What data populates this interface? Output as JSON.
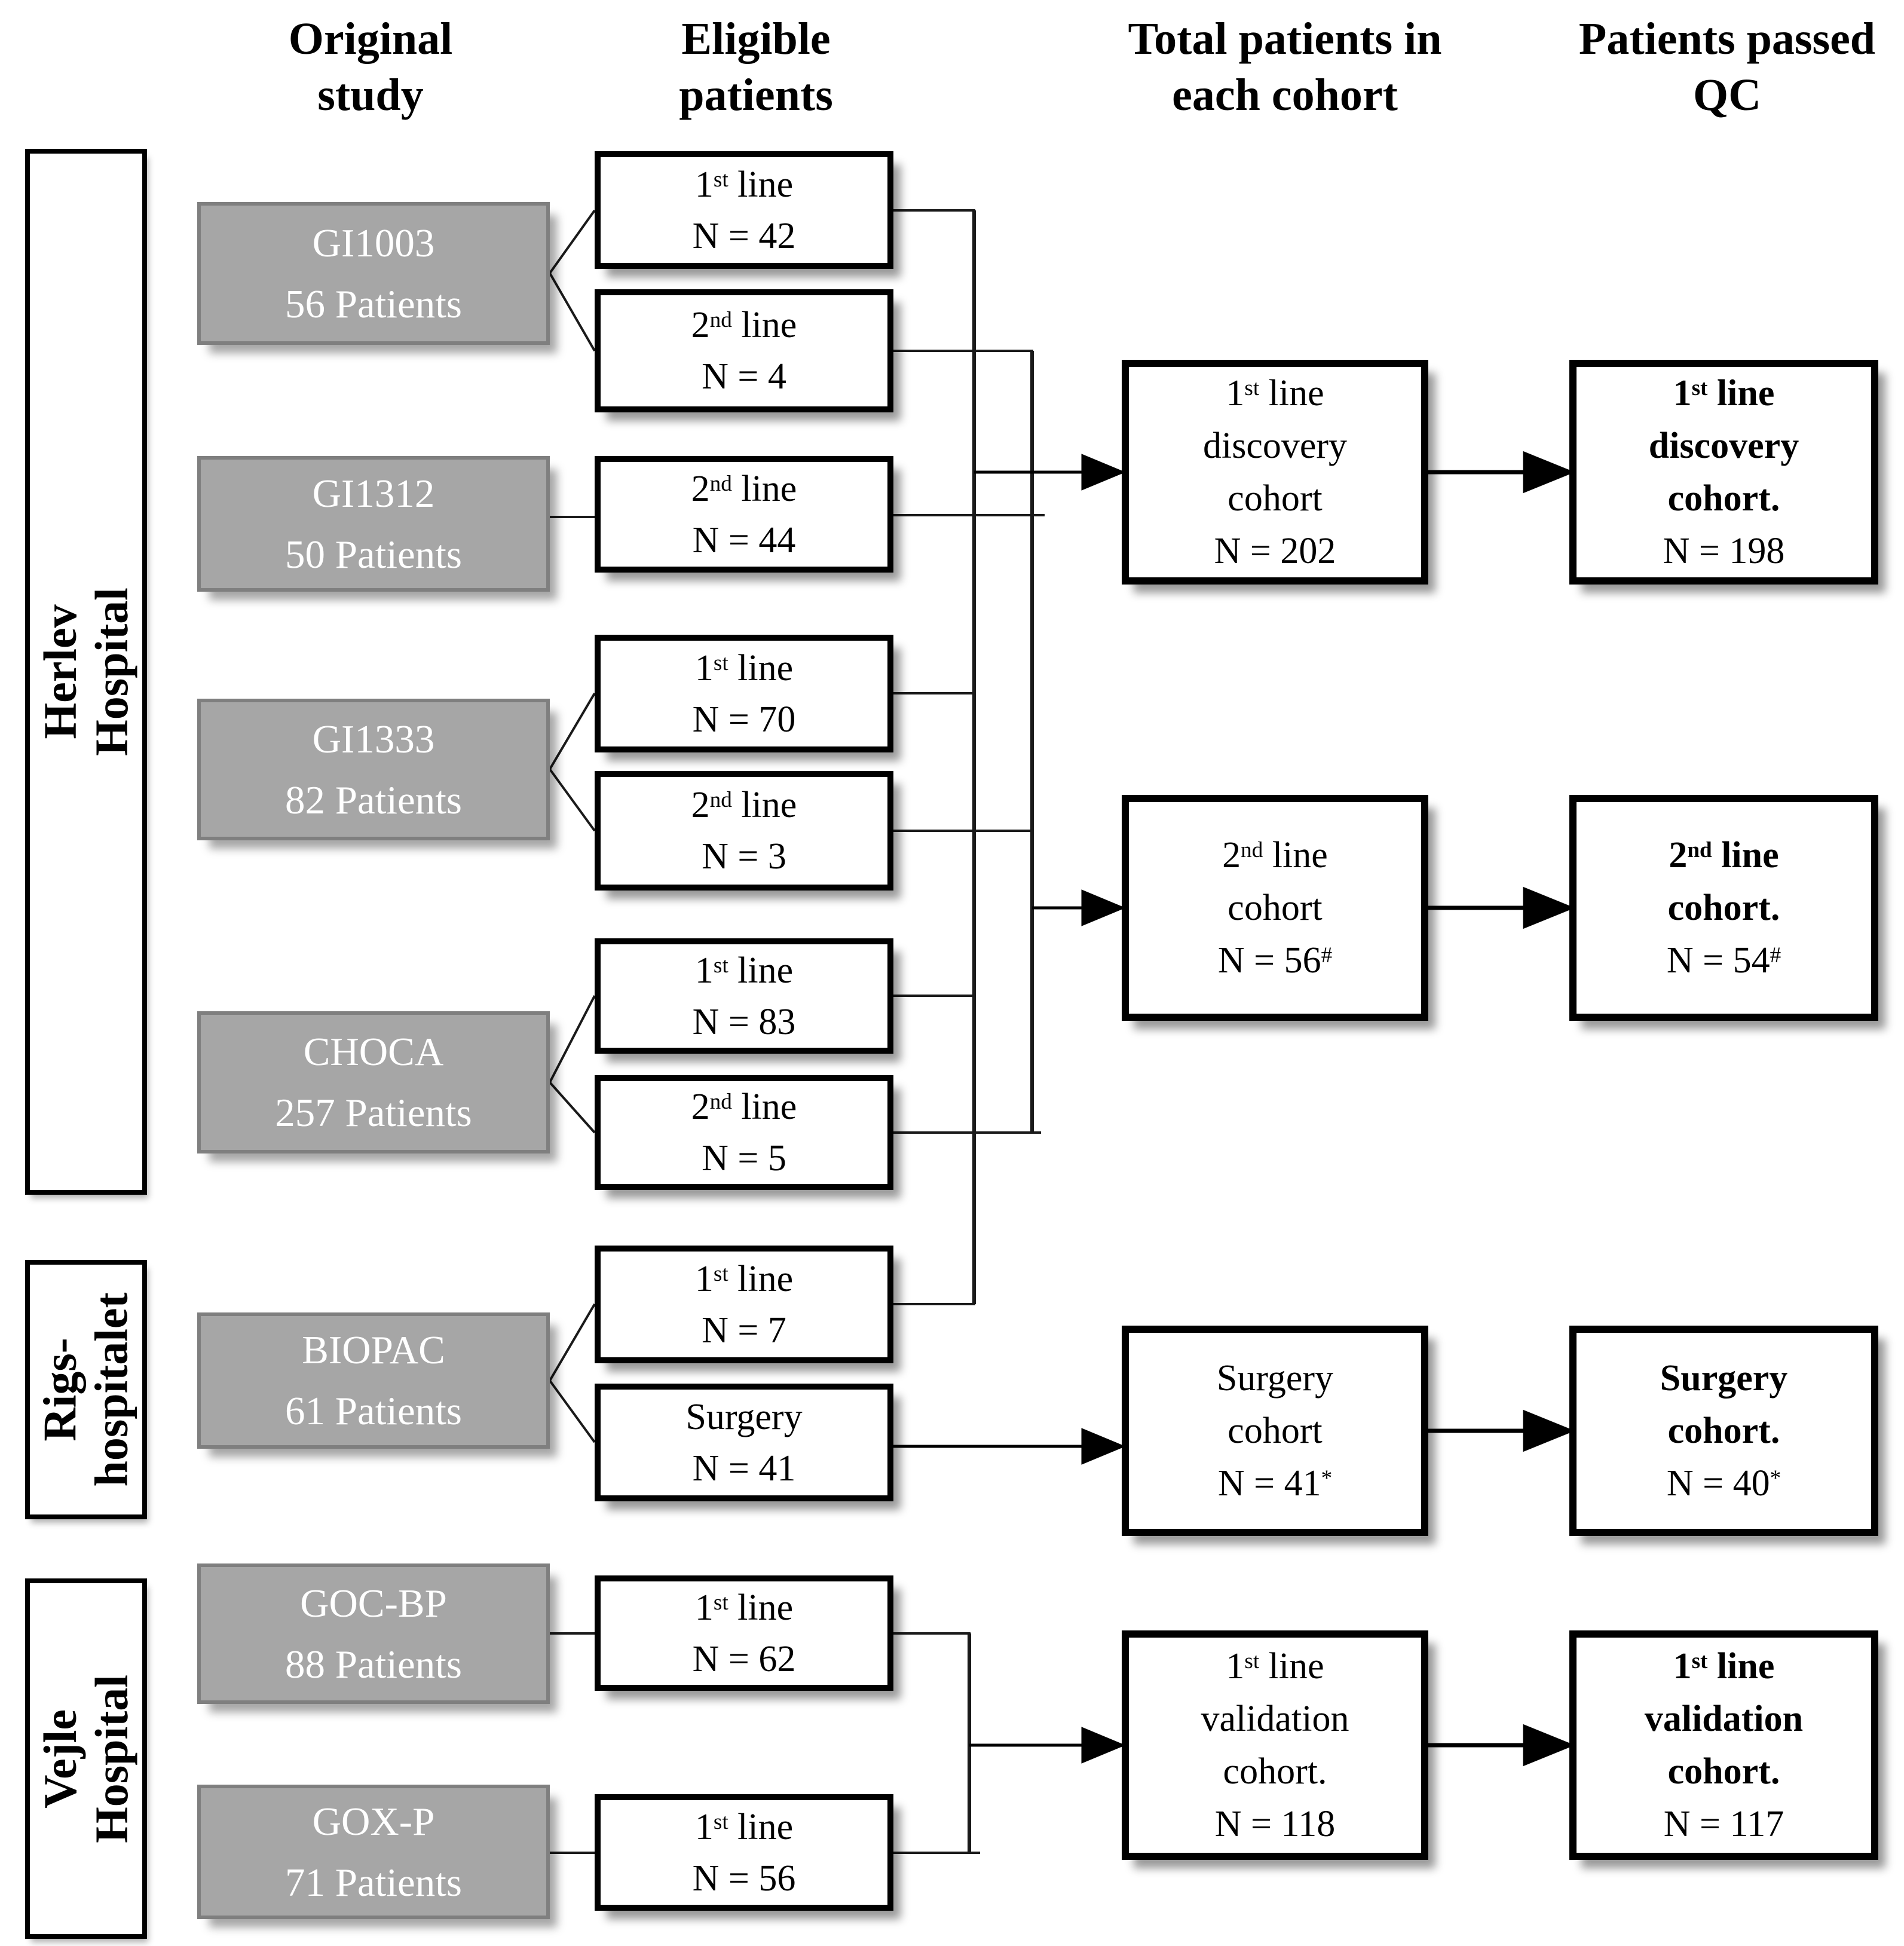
{
  "header": {
    "col_original_study": "Original\nstudy",
    "col_eligible_patients": "Eligible\npatients",
    "col_total_patients": "Total patients in\neach cohort",
    "col_patients_passed": "Patients passed\nQC"
  },
  "hospitals": [
    {
      "name": "Herlev Hospital"
    },
    {
      "name": "Rigs-\nhospitalet"
    },
    {
      "name": "Vejle Hospital"
    }
  ],
  "studies": [
    {
      "name": "GI1003",
      "patients": "56 Patients"
    },
    {
      "name": "GI1312",
      "patients": "50 Patients"
    },
    {
      "name": "GI1333",
      "patients": "82 Patients"
    },
    {
      "name": "CHOCA",
      "patients": "257 Patients"
    },
    {
      "name": "BIOPAC",
      "patients": "61 Patients"
    },
    {
      "name": "GOC-BP",
      "patients": "88 Patients"
    },
    {
      "name": "GOX-P",
      "patients": "71 Patients"
    }
  ],
  "eligible": [
    {
      "line": "1^{st} line",
      "n": "N = 42"
    },
    {
      "line": "2^{nd} line",
      "n": "N = 4"
    },
    {
      "line": "2^{nd} line",
      "n": "N = 44"
    },
    {
      "line": "1^{st} line",
      "n": "N = 70"
    },
    {
      "line": "2^{nd} line",
      "n": "N = 3"
    },
    {
      "line": "1^{st} line",
      "n": "N = 83"
    },
    {
      "line": "2^{nd} line",
      "n": "N = 5"
    },
    {
      "line": "1^{st} line",
      "n": "N = 7"
    },
    {
      "line": "Surgery",
      "n": "N = 41"
    },
    {
      "line": "1^{st} line",
      "n": "N = 62"
    },
    {
      "line": "1^{st} line",
      "n": "N = 56"
    }
  ],
  "cohorts": [
    {
      "title": "1^{st} line\ndiscovery\ncohort",
      "n": "N = 202"
    },
    {
      "title": "2^{nd} line\ncohort",
      "n": "N = 56^{#}"
    },
    {
      "title": "Surgery\ncohort",
      "n": "N = 41^{*}"
    },
    {
      "title": "1^{st} line\nvalidation\ncohort.",
      "n": "N = 118"
    }
  ],
  "qc": [
    {
      "title": "1^{st} line\ndiscovery\ncohort.",
      "n": "N = 198"
    },
    {
      "title": "2^{nd} line\ncohort.",
      "n": "N = 54^{#}"
    },
    {
      "title": "Surgery\ncohort.",
      "n": "N = 40^{*}"
    },
    {
      "title": "1^{st} line\nvalidation\ncohort.",
      "n": "N = 117"
    }
  ],
  "colors": {
    "study_fill": "#a6a6a6",
    "study_border": "#7f7f7f",
    "line": "#000000"
  }
}
